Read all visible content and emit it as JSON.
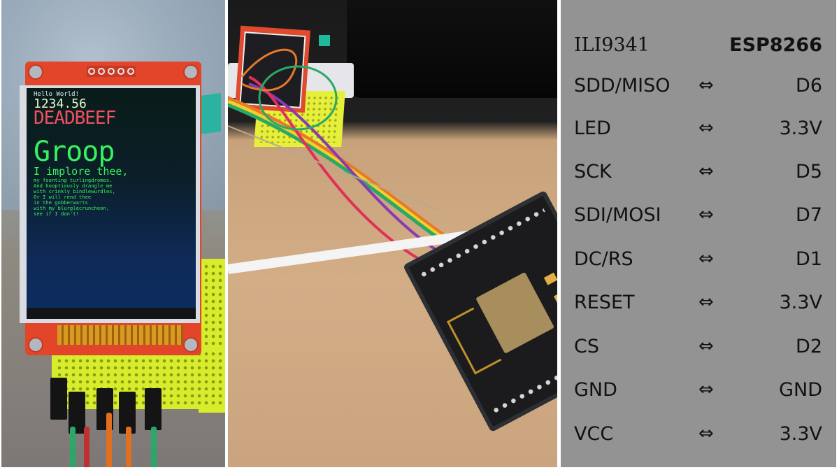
{
  "panels": {
    "left_photo": {
      "description": "ILI9341 TFT display on breadboard",
      "screen": {
        "line1": "Hello World!",
        "line2": "1234.56",
        "line3": "DEADBEEF",
        "line4": "Groop",
        "line5": "I implore thee,",
        "poem": "my foonting turlingdromes.\nAnd hooptiously drangle me\nwith crinkly bindlewurdles,\nOr I will rend thee\nin the gobberwarts\nwith my blurglecruncheon,\nsee if I don't!",
        "colors": {
          "hello": "#d8f0ff",
          "number": "#e4f7d0",
          "deadbeef": "#f05060",
          "green_text": "#38f060",
          "background": "#0e2a58"
        }
      },
      "colors": {
        "pcb": "#e2452a",
        "breadboard": "#d6ec2c"
      }
    },
    "middle_photo": {
      "description": "ILI9341 wired to ESP8266 NodeMCU board on desk",
      "wire_colors": [
        "#e8782a",
        "#f2d028",
        "#2aa868",
        "#8a3ab0",
        "#e0305a",
        "#f4f4f4"
      ]
    },
    "pin_table": {
      "header": {
        "left": "ILI9341",
        "right": "ESP8266"
      },
      "arrow": "⇔",
      "rows": [
        {
          "left": "SDD/MISO",
          "right": "D6"
        },
        {
          "left": "LED",
          "right": "3.3V"
        },
        {
          "left": "SCK",
          "right": "D5"
        },
        {
          "left": "SDI/MOSI",
          "right": "D7"
        },
        {
          "left": "DC/RS",
          "right": "D1"
        },
        {
          "left": "RESET",
          "right": "3.3V"
        },
        {
          "left": "CS",
          "right": "D2"
        },
        {
          "left": "GND",
          "right": "GND"
        },
        {
          "left": "VCC",
          "right": "3.3V"
        }
      ],
      "background": "#939393"
    }
  }
}
